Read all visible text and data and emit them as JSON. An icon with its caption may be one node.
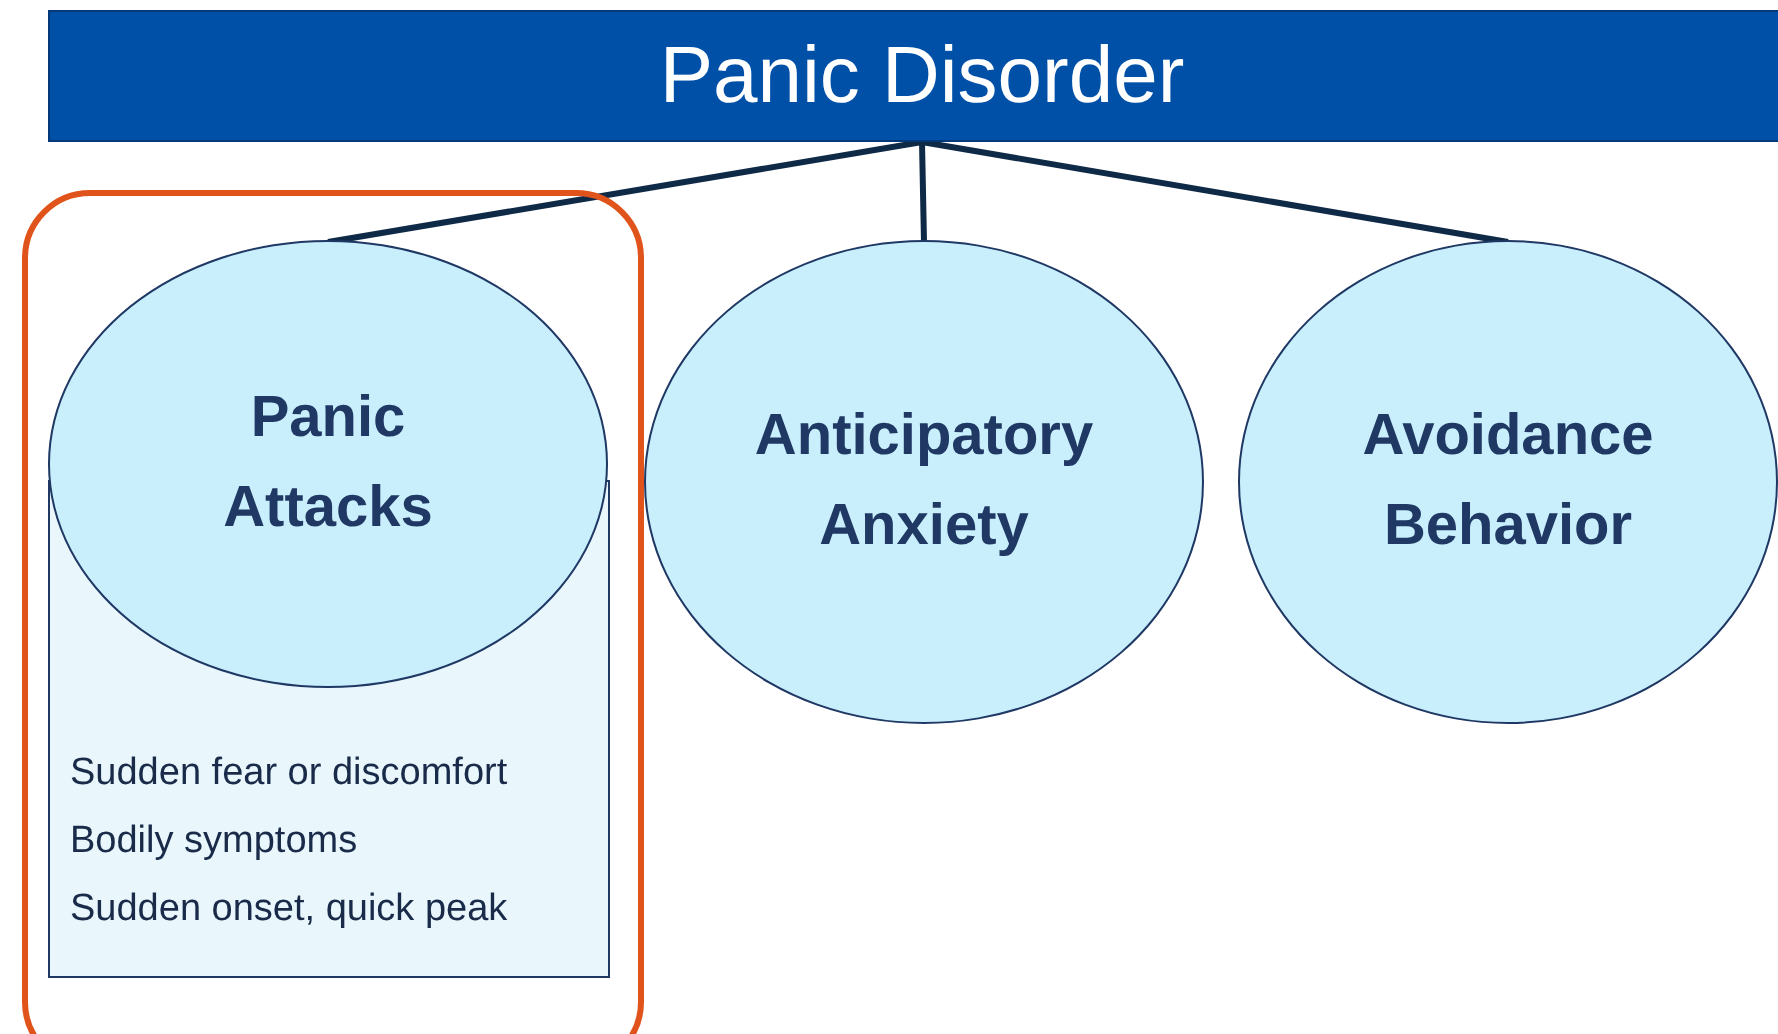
{
  "diagram": {
    "nodes": [
      {
        "text": [
          "Panic Disorder"
        ]
      },
      {
        "text": [
          "Panic Attacks"
        ]
      },
      {
        "text": [
          "Anticipatory Anxiety"
        ]
      },
      {
        "text": [
          "Avoidance Behavior"
        ]
      },
      {
        "text": [
          "Sudden fear or discomfort",
          "Bodily symptoms",
          "Sudden onset, quick peak"
        ]
      }
    ],
    "edges": [
      {
        "from": 0,
        "to": 1,
        "arrow": "none"
      },
      {
        "from": 0,
        "to": 2,
        "arrow": "none"
      },
      {
        "from": 0,
        "to": 3,
        "arrow": "none"
      }
    ]
  }
}
